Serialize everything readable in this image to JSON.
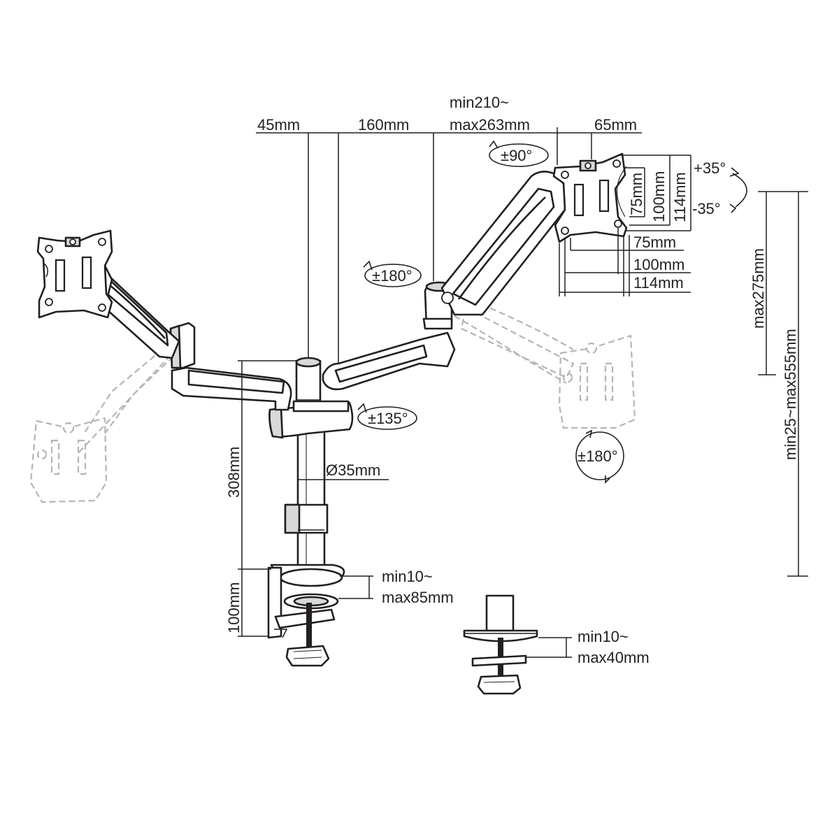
{
  "dimensions": {
    "top_left": "45mm",
    "top_mid": "160mm",
    "top_arm_line1": "min210~",
    "top_arm_line2": "max263mm",
    "top_right": "65mm",
    "vesa_h_75": "75mm",
    "vesa_h_100": "100mm",
    "vesa_h_114": "114mm",
    "vesa_v_75": "75mm",
    "vesa_v_100": "100mm",
    "vesa_v_114": "114mm",
    "pole_diameter": "Ø35mm",
    "pole_height": "308mm",
    "clamp_height": "100mm",
    "clamp_range_line1": "min10~",
    "clamp_range_line2": "max85mm",
    "grommet_range_line1": "min10~",
    "grommet_range_line2": "max40mm",
    "height_arm": "max275mm",
    "height_total": "min25~max555mm"
  },
  "rotations": {
    "swivel_90": "±90°",
    "tilt_up": "+35°",
    "tilt_down": "-35°",
    "elbow_180": "±180°",
    "base_135": "±135°",
    "rotate_180": "±180°"
  }
}
